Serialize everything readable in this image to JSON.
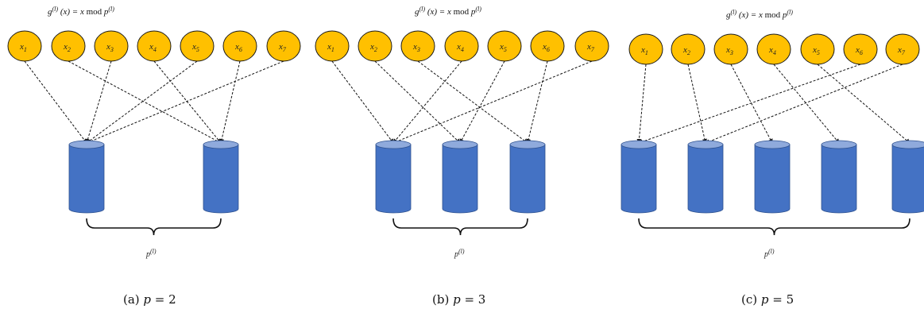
{
  "panels": [
    {
      "formula": {
        "g": "g",
        "sup": "(l)",
        "arg": " (x) = x  ",
        "mod": "mod",
        "p": "  p",
        "psup": "(l)"
      },
      "inputs": [
        "1",
        "2",
        "3",
        "4",
        "5",
        "6",
        "7"
      ],
      "brace_label": {
        "p": "p",
        "sup": "(l)"
      },
      "caption": {
        "prefix": "(a) ",
        "var": "p",
        "rest": " = 2"
      },
      "buckets": 2
    },
    {
      "formula": {
        "g": "g",
        "sup": "(l)",
        "arg": " (x) = x  ",
        "mod": "mod",
        "p": "  p",
        "psup": "(l)"
      },
      "inputs": [
        "1",
        "2",
        "3",
        "4",
        "5",
        "6",
        "7"
      ],
      "brace_label": {
        "p": "p",
        "sup": "(l)"
      },
      "caption": {
        "prefix": "(b) ",
        "var": "p",
        "rest": " = 3"
      },
      "buckets": 3
    },
    {
      "formula": {
        "g": "g",
        "sup": "(l)",
        "arg": " (x) = x  ",
        "mod": "mod",
        "p": "  p",
        "psup": "(l)"
      },
      "inputs": [
        "1",
        "2",
        "3",
        "4",
        "5",
        "6",
        "7"
      ],
      "brace_label": {
        "p": "p",
        "sup": "(l)"
      },
      "caption": {
        "prefix": "(c) ",
        "var": "p",
        "rest": " = 5"
      },
      "buckets": 5
    }
  ],
  "input_letter": "x",
  "colors": {
    "node_fill": "#FFC000",
    "node_stroke": "#1a1a1a",
    "cyl_body": "#4472C4",
    "cyl_top": "#8FAADC",
    "cyl_stroke": "#2F528F",
    "arrow": "#111111"
  }
}
